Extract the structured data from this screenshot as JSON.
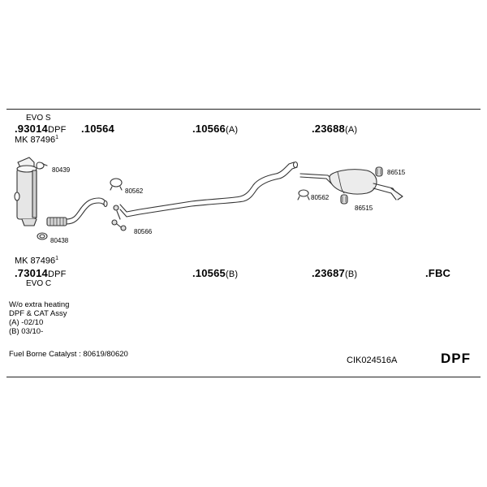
{
  "top_left": {
    "variant": "EVO S",
    "part": ".93014",
    "part_suffix": "DPF",
    "kit": "MK  87496",
    "kit_mark": "1"
  },
  "top_parts": [
    {
      "part": ".10564",
      "suffix": ""
    },
    {
      "part": ".10566",
      "suffix": "(A)"
    },
    {
      "part": ".23688",
      "suffix": "(A)"
    }
  ],
  "callouts": [
    "80439",
    "80438",
    "80562",
    "80566",
    "80562",
    "86515",
    "86515"
  ],
  "bottom_left": {
    "kit": "MK  87496",
    "kit_mark": "1",
    "part": ".73014",
    "part_suffix": "DPF",
    "variant": "EVO C"
  },
  "bottom_parts": [
    {
      "part": ".10565",
      "suffix": "(B)"
    },
    {
      "part": ".23687",
      "suffix": "(B)"
    },
    {
      "part": ".FBC",
      "suffix": ""
    }
  ],
  "notes": [
    "W/o extra heating",
    "DPF & CAT Assy",
    "(A) -02/10",
    "(B) 03/10-"
  ],
  "catalyst_note": "Fuel Borne Catalyst : 80619/80620",
  "drawing_code": "CIK024516A",
  "category": "DPF"
}
